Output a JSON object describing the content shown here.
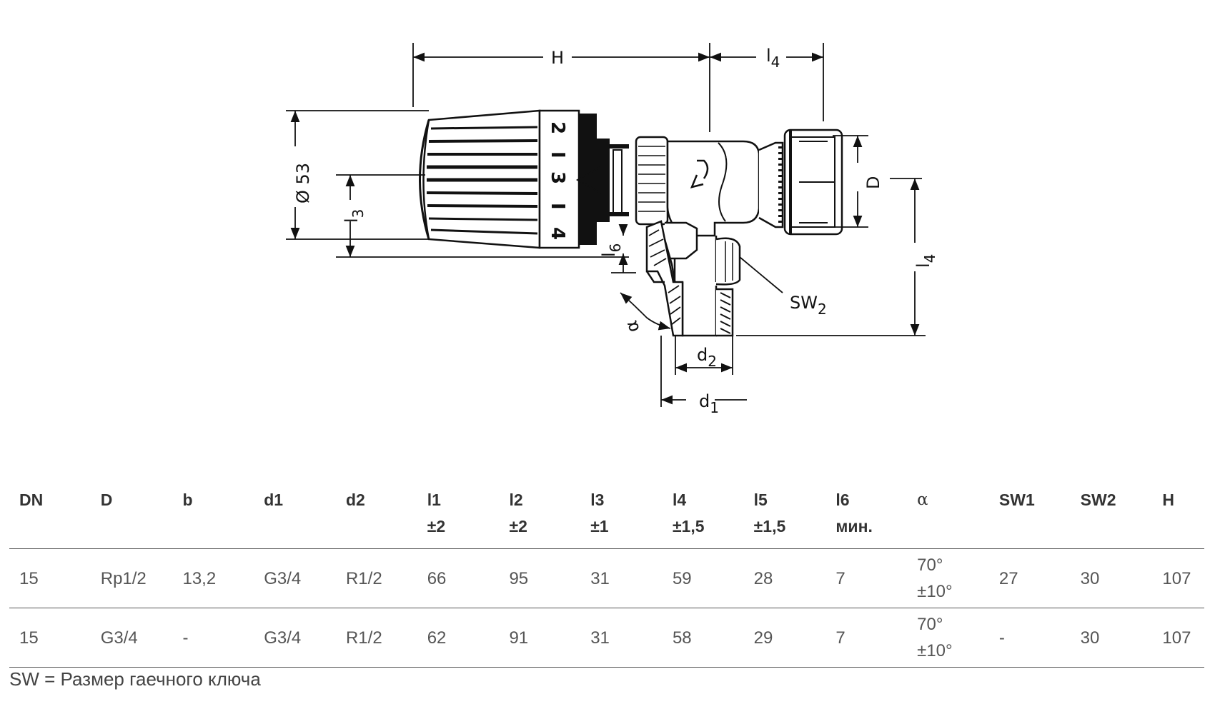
{
  "drawing": {
    "labels": {
      "H": "H",
      "l4_top": "l",
      "l4_top_sub": "4",
      "dia53": "Ø 53",
      "l3": "l",
      "l3_sub": "3",
      "l6": "l",
      "l6_sub": "6",
      "D": "D",
      "l4_right": "l",
      "l4_right_sub": "4",
      "sw2": "SW",
      "sw2_sub": "2",
      "alpha": "α",
      "d2": "d",
      "d2_sub": "2",
      "d1": "d",
      "d1_sub": "1"
    },
    "dial_numbers": [
      "2",
      "I",
      "3",
      "I",
      "4"
    ]
  },
  "table": {
    "headers": [
      {
        "line1": "DN",
        "line2": ""
      },
      {
        "line1": "D",
        "line2": ""
      },
      {
        "line1": "b",
        "line2": ""
      },
      {
        "line1": "d1",
        "line2": ""
      },
      {
        "line1": "d2",
        "line2": ""
      },
      {
        "line1": "l1",
        "line2": "±2"
      },
      {
        "line1": "l2",
        "line2": "±2"
      },
      {
        "line1": "l3",
        "line2": "±1"
      },
      {
        "line1": "l4",
        "line2": "±1,5"
      },
      {
        "line1": "l5",
        "line2": "±1,5"
      },
      {
        "line1": "l6",
        "line2": "мин."
      },
      {
        "line1": "α",
        "line2": ""
      },
      {
        "line1": "SW1",
        "line2": ""
      },
      {
        "line1": "SW2",
        "line2": ""
      },
      {
        "line1": "H",
        "line2": ""
      }
    ],
    "rows": [
      [
        "15",
        "Rp1/2",
        "13,2",
        "G3/4",
        "R1/2",
        "66",
        "95",
        "31",
        "59",
        "28",
        "7",
        "70°|±10°",
        "27",
        "30",
        "107"
      ],
      [
        "15",
        "G3/4",
        "-",
        "G3/4",
        "R1/2",
        "62",
        "91",
        "31",
        "58",
        "29",
        "7",
        "70°|±10°",
        "-",
        "30",
        "107"
      ]
    ]
  },
  "footnote": "SW = Размер гаечного ключа"
}
